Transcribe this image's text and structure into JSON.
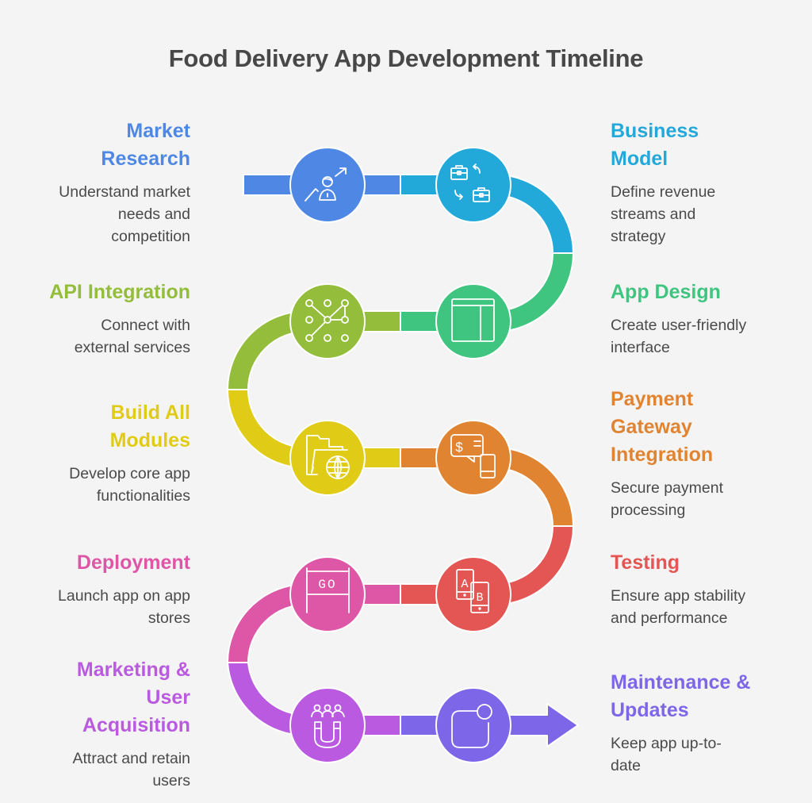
{
  "title": "Food Delivery App Development Timeline",
  "colors": {
    "market_research": "#4f88e4",
    "business_model": "#22a9da",
    "app_design": "#3fc57f",
    "api_integration": "#93bd3b",
    "build_modules": "#e0cc17",
    "payment": "#e08432",
    "testing": "#e45654",
    "deployment": "#de57a7",
    "marketing": "#ba5ae0",
    "maintenance": "#7e66e8",
    "background": "#f4f4f4",
    "text": "#4a4a4a"
  },
  "steps": [
    {
      "title": "Market Research",
      "title_lines": [
        "Market",
        "Research"
      ],
      "desc": "Understand market needs and competition",
      "desc_lines": [
        "Understand market",
        "needs and",
        "competition"
      ],
      "icon": "market-growth-icon",
      "side": "left"
    },
    {
      "title": "Business Model",
      "title_lines": [
        "Business",
        "Model"
      ],
      "desc": "Define revenue streams and strategy",
      "desc_lines": [
        "Define revenue",
        "streams and",
        "strategy"
      ],
      "icon": "briefcase-exchange-icon",
      "side": "right"
    },
    {
      "title": "App Design",
      "title_lines": [
        "App Design"
      ],
      "desc": "Create user-friendly interface",
      "desc_lines": [
        "Create user-friendly",
        "interface"
      ],
      "icon": "layout-icon",
      "side": "right"
    },
    {
      "title": "API Integration",
      "title_lines": [
        "API Integration"
      ],
      "desc": "Connect with external services",
      "desc_lines": [
        "Connect with",
        "external services"
      ],
      "icon": "network-nodes-icon",
      "side": "left"
    },
    {
      "title": "Build All Modules",
      "title_lines": [
        "Build All",
        "Modules"
      ],
      "desc": "Develop core app functionalities",
      "desc_lines": [
        "Develop core app",
        "functionalities"
      ],
      "icon": "folder-globe-icon",
      "side": "left"
    },
    {
      "title": "Payment Gateway Integration",
      "title_lines": [
        "Payment",
        "Gateway",
        "Integration"
      ],
      "desc": "Secure payment processing",
      "desc_lines": [
        "Secure payment",
        "processing"
      ],
      "icon": "payment-chat-phone-icon",
      "side": "right"
    },
    {
      "title": "Testing",
      "title_lines": [
        "Testing"
      ],
      "desc": "Ensure app stability and performance",
      "desc_lines": [
        "Ensure app stability",
        "and performance"
      ],
      "icon": "ab-test-phones-icon",
      "side": "right"
    },
    {
      "title": "Deployment",
      "title_lines": [
        "Deployment"
      ],
      "desc": "Launch app on app stores",
      "desc_lines": [
        "Launch app on app",
        "stores"
      ],
      "icon": "go-sign-icon",
      "side": "left"
    },
    {
      "title": "Marketing & User Acquisition",
      "title_lines": [
        "Marketing &",
        "User",
        "Acquisition"
      ],
      "desc": "Attract and retain users",
      "desc_lines": [
        "Attract and retain",
        "users"
      ],
      "icon": "magnet-users-icon",
      "side": "left"
    },
    {
      "title": "Maintenance & Updates",
      "title_lines": [
        "Maintenance &",
        "Updates"
      ],
      "desc": "Keep app up-to-date",
      "desc_lines": [
        "Keep app up-to-",
        "date"
      ],
      "icon": "app-notification-icon",
      "side": "right"
    }
  ],
  "icon_text": {
    "go": "GO",
    "a": "A",
    "b": "B",
    "dollar": "$"
  }
}
